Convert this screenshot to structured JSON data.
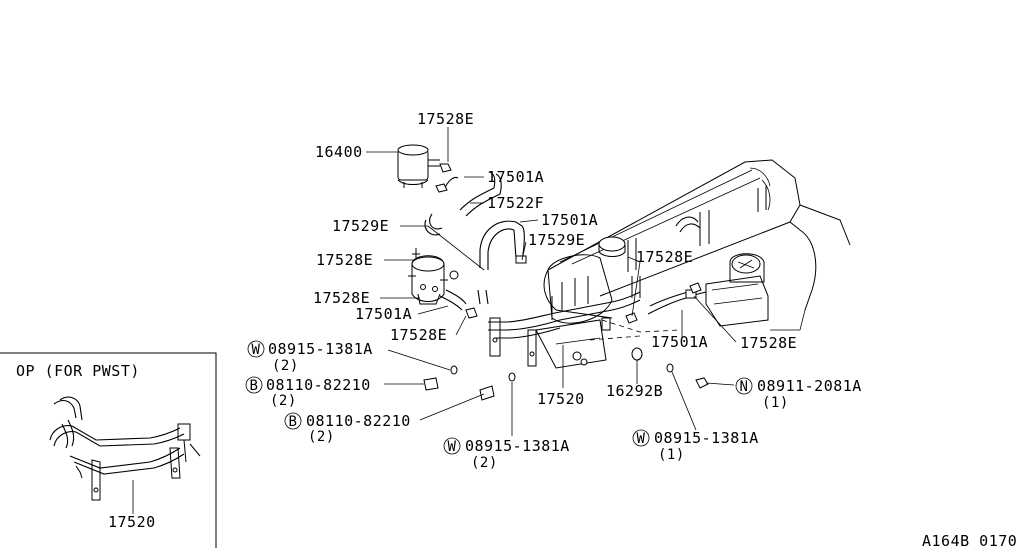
{
  "diagram_code": "A164B 0170",
  "inset": {
    "title": "OP (FOR PWST)",
    "part_number": "17520"
  },
  "labels": {
    "l_17528e_top": "17528E",
    "l_16400": "16400",
    "l_17501a_1": "17501A",
    "l_17522f": "17522F",
    "l_17529e_1": "17529E",
    "l_17501a_2": "17501A",
    "l_17529e_2": "17529E",
    "l_17528e_left1": "17528E",
    "l_17528e_left2": "17528E",
    "l_17501a_3": "17501A",
    "l_17528e_left3": "17528E",
    "l_17528e_right1": "17528E",
    "l_17501a_4": "17501A",
    "l_17528e_right2": "17528E",
    "l_17520": "17520",
    "l_16292b": "16292B"
  },
  "fasteners": [
    {
      "symbol": "W",
      "part": "08915-1381A",
      "qty": "(2)"
    },
    {
      "symbol": "B",
      "part": "08110-82210",
      "qty": "(2)"
    },
    {
      "symbol": "B",
      "part": "08110-82210",
      "qty": "(2)"
    },
    {
      "symbol": "W",
      "part": "08915-1381A",
      "qty": "(2)"
    },
    {
      "symbol": "W",
      "part": "08915-1381A",
      "qty": "(1)"
    },
    {
      "symbol": "N",
      "part": "08911-2081A",
      "qty": "(1)"
    }
  ]
}
